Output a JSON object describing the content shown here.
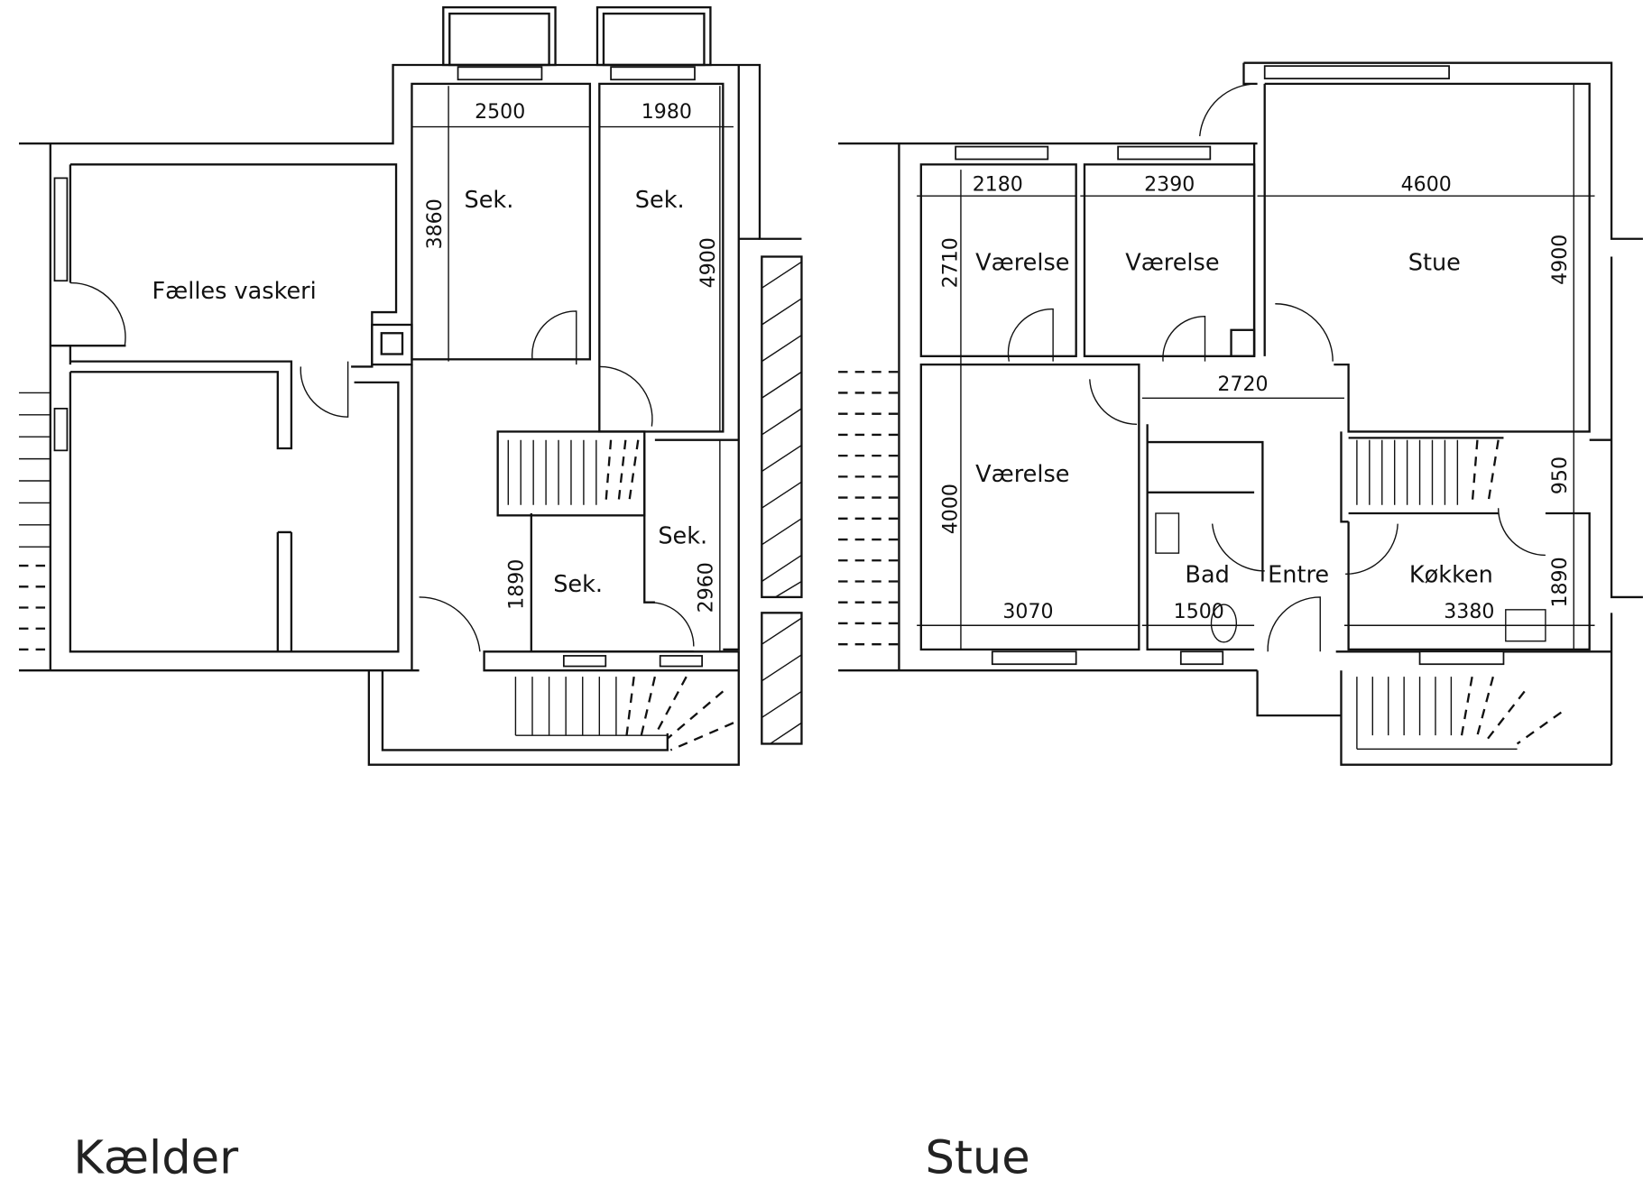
{
  "kaelder": {
    "title": "Kælder",
    "rooms": {
      "vaskeri": "Fælles vaskeri",
      "sek1": "Sek.",
      "sek2": "Sek.",
      "sek3": "Sek.",
      "sek4": "Sek."
    },
    "dimensions": {
      "d2500": "2500",
      "d1980": "1980",
      "d3860": "3860",
      "d4900": "4900",
      "d1890": "1890",
      "d2960": "2960"
    }
  },
  "stue": {
    "title": "Stue",
    "rooms": {
      "vaerelse1": "Værelse",
      "vaerelse2": "Værelse",
      "stue": "Stue",
      "vaerelse3": "Værelse",
      "bad": "Bad",
      "entre": "Entre",
      "koekken": "Køkken"
    },
    "dimensions": {
      "d2180": "2180",
      "d2390": "2390",
      "d4600": "4600",
      "d2710": "2710",
      "d4900": "4900",
      "d2720": "2720",
      "d4000": "4000",
      "d950": "950",
      "d1890": "1890",
      "d3070": "3070",
      "d1500": "1500",
      "d3380": "3380"
    }
  }
}
